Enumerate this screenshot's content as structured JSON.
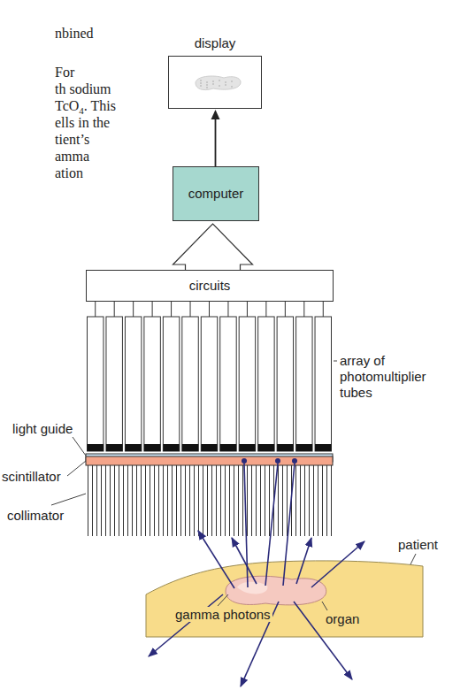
{
  "diagram": {
    "nodes": [
      {
        "text": [
          "display"
        ]
      },
      {
        "text": [
          "computer"
        ]
      },
      {
        "text": [
          "circuits"
        ]
      }
    ],
    "edges": [
      {
        "from": 1,
        "to": 0,
        "arrow": "to"
      },
      {
        "from": 2,
        "to": 1,
        "arrow": "to"
      }
    ],
    "labels": [
      "nbined",
      "For",
      "th sodium",
      "TcO",
      "4",
      ". This",
      "ells in the",
      "tient’s",
      "amma",
      "ation",
      "array of photomultiplier tubes",
      "light guide",
      "scintillator",
      "collimator",
      "patient",
      "gamma photons",
      "organ"
    ]
  }
}
